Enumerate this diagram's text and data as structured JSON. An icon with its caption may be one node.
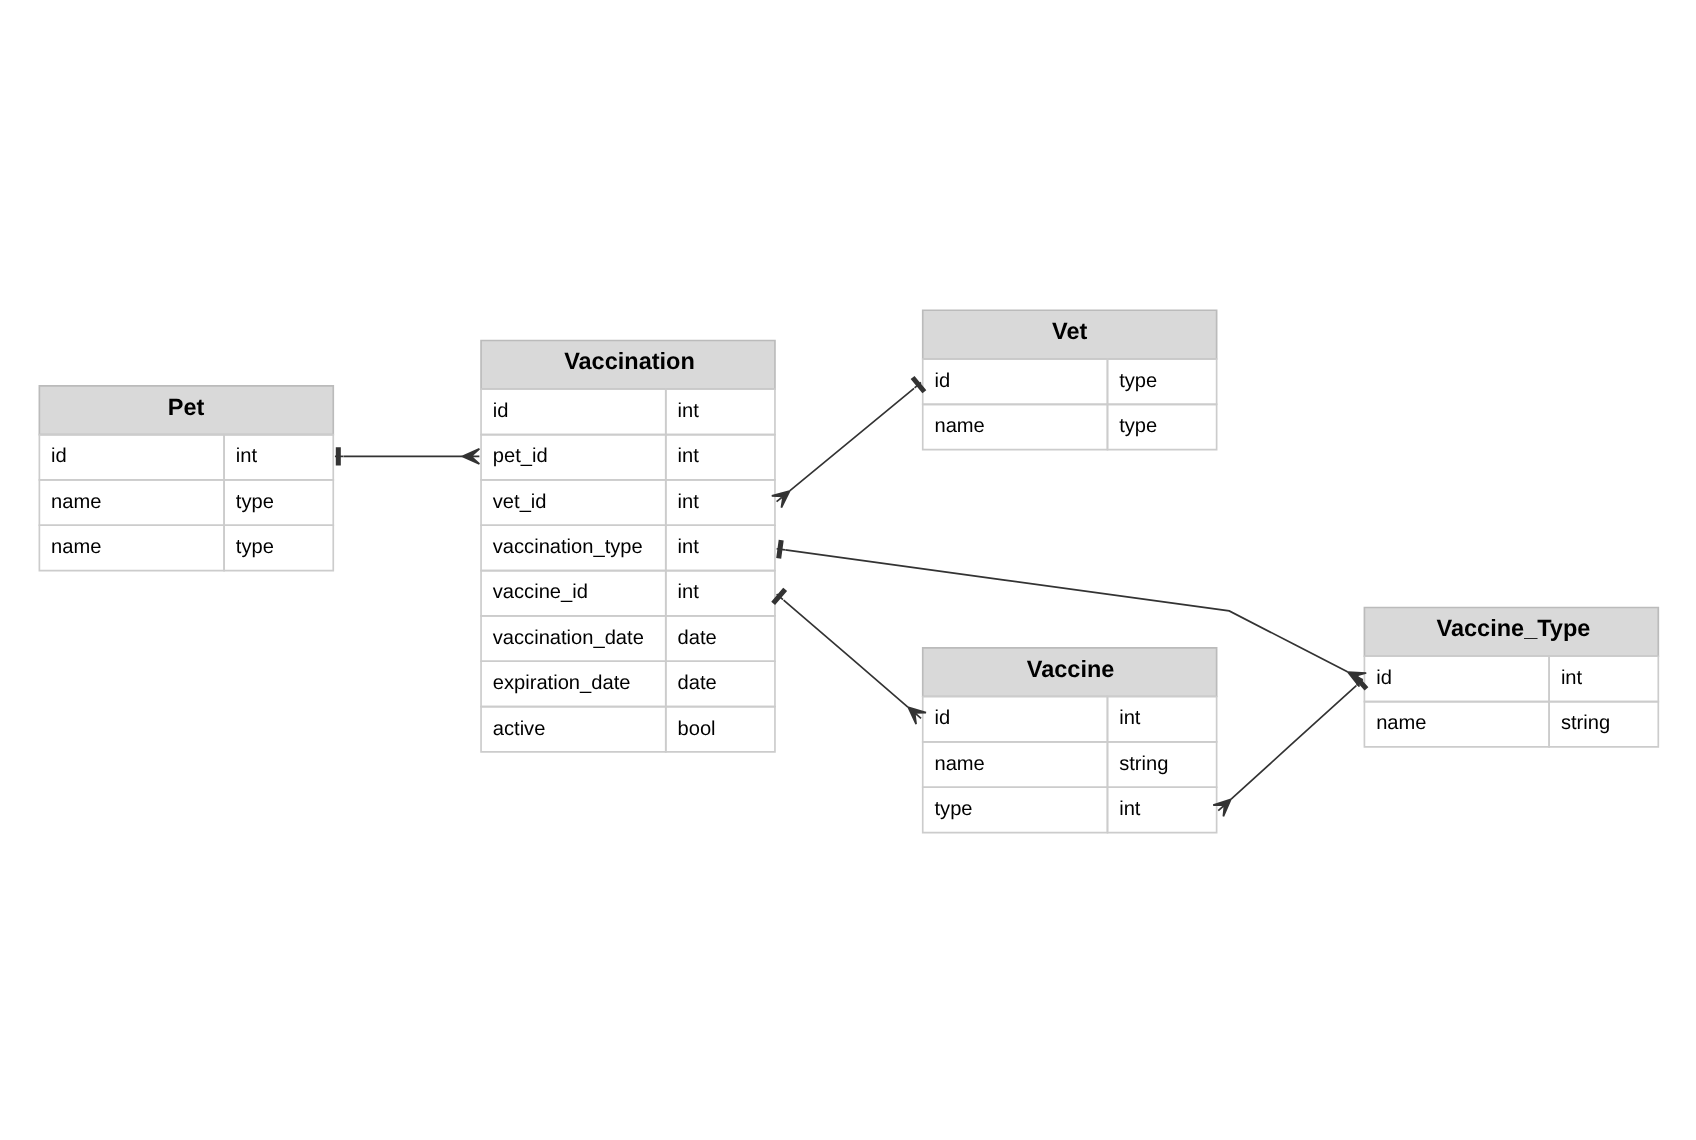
{
  "diagram": {
    "nodes": [
      {
        "text": [
          "Vaccination",
          "id",
          "int",
          "pet_id",
          "int",
          "vet_id",
          "int",
          "vaccination_type",
          "int",
          "vaccine_id",
          "int",
          "vaccination_date",
          "date",
          "expiration_date",
          "date",
          "active",
          "bool"
        ]
      },
      {
        "text": [
          "Vet",
          "id",
          "type",
          "name",
          "type"
        ]
      },
      {
        "text": [
          "Vaccine",
          "id",
          "int",
          "name",
          "string",
          "type",
          "int"
        ]
      },
      {
        "text": [
          "Pet",
          "id",
          "int",
          "name",
          "type",
          "name",
          "type"
        ]
      },
      {
        "text": [
          "Vaccine_Type",
          "id",
          "int",
          "name",
          "string"
        ]
      }
    ],
    "edges": [
      {
        "from": 3,
        "to": 0,
        "arrow": "other"
      },
      {
        "from": 0,
        "to": 1,
        "arrow": "other"
      },
      {
        "from": 0,
        "to": 4,
        "arrow": "other"
      },
      {
        "from": 0,
        "to": 2,
        "arrow": "other"
      },
      {
        "from": 2,
        "to": 4,
        "arrow": "other"
      }
    ]
  }
}
